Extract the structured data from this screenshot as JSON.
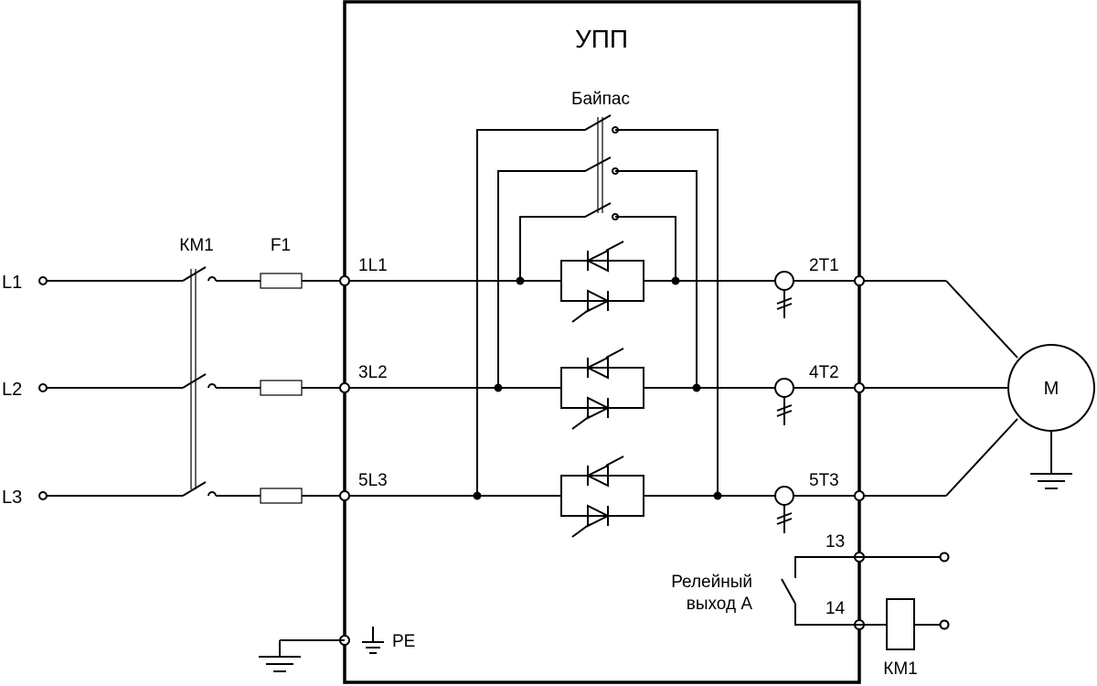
{
  "device": {
    "title": "УПП",
    "bypass_label": "Байпас"
  },
  "lines": [
    {
      "phase": "L1",
      "input_terminal": "1L1",
      "output_terminal": "2T1"
    },
    {
      "phase": "L2",
      "input_terminal": "3L2",
      "output_terminal": "4T2"
    },
    {
      "phase": "L3",
      "input_terminal": "5L3",
      "output_terminal": "5T3"
    }
  ],
  "contactor_label": "КМ1",
  "fuse_label": "F1",
  "motor_label": "М",
  "ground_terminal_label": "PE",
  "relay": {
    "label_line1": "Релейный",
    "label_line2": "выход А",
    "terminal_no": "13",
    "terminal_nc": "14",
    "coil_label": "КМ1"
  }
}
